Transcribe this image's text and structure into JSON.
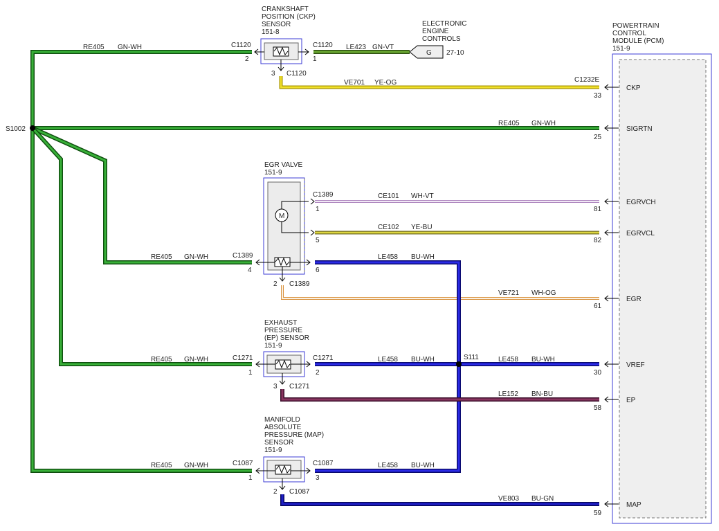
{
  "colors": {
    "green": "#1f8a1f",
    "blue": "#1c1ccf",
    "yellow": "#e3d21a",
    "violet_white": "#d7b8e6",
    "yellow_blue": "#cfc63a",
    "white_orange": "#e8a24a",
    "brown_blue": "#7a2c52",
    "dark_green": "#5f8f2a",
    "component_border": "#3b3bd6",
    "module_fill": "#efefef"
  },
  "pcm": {
    "label_lines": [
      "POWERTRAIN",
      "CONTROL",
      "MODULE (PCM)",
      "151-9"
    ],
    "connector": "C1232E",
    "pins": [
      {
        "name": "CKP",
        "pin": "33"
      },
      {
        "name": "SIGRTN",
        "pin": "25"
      },
      {
        "name": "EGRVCH",
        "pin": "81"
      },
      {
        "name": "EGRVCL",
        "pin": "82"
      },
      {
        "name": "EGR",
        "pin": "61"
      },
      {
        "name": "VREF",
        "pin": "30"
      },
      {
        "name": "EP",
        "pin": "58"
      },
      {
        "name": "MAP",
        "pin": "59"
      }
    ]
  },
  "splices": {
    "s1002": "S1002",
    "s111": "S111"
  },
  "ckp_sensor": {
    "label_lines": [
      "CRANKSHAFT",
      "POSITION (CKP)",
      "SENSOR",
      "151-8"
    ],
    "conn_left": "C1120",
    "pin_left": "2",
    "conn_right": "C1120",
    "pin_right": "1",
    "conn_bottom": "C1120",
    "pin_bottom": "3"
  },
  "electronic_engine_controls": {
    "label_lines": [
      "ELECTRONIC",
      "ENGINE",
      "CONTROLS"
    ],
    "ref_letter": "G",
    "ref_page": "27-10"
  },
  "egr_valve": {
    "label_lines": [
      "EGR VALVE",
      "151-9"
    ],
    "motor_letter": "M",
    "conn": "C1389",
    "pin1": "1",
    "pin5": "5",
    "pin6": "6",
    "pin4": "4",
    "pin2": "2",
    "conn_left": "C1389",
    "conn_bottom": "C1389"
  },
  "ep_sensor": {
    "label_lines": [
      "EXHAUST",
      "PRESSURE",
      "(EP) SENSOR",
      "151-9"
    ],
    "conn_left": "C1271",
    "pin_left": "1",
    "conn_right": "C1271",
    "pin_right": "2",
    "conn_bottom": "C1271",
    "pin_bottom": "3"
  },
  "map_sensor": {
    "label_lines": [
      "MANIFOLD",
      "ABSOLUTE",
      "PRESSURE (MAP)",
      "SENSOR",
      "151-9"
    ],
    "conn_left": "C1087",
    "pin_left": "1",
    "conn_right": "C1087",
    "pin_right": "3",
    "conn_bottom": "C1087",
    "pin_bottom": "2"
  },
  "wires": {
    "ckp_ground": {
      "circuit": "RE405",
      "color": "GN-WH"
    },
    "ckp_to_eec": {
      "circuit": "LE423",
      "color": "GN-VT"
    },
    "ckp_signal": {
      "circuit": "VE701",
      "color": "YE-OG"
    },
    "sigrtn": {
      "circuit": "RE405",
      "color": "GN-WH"
    },
    "egrvch": {
      "circuit": "CE101",
      "color": "WH-VT"
    },
    "egrvcl": {
      "circuit": "CE102",
      "color": "YE-BU"
    },
    "egr_ground": {
      "circuit": "RE405",
      "color": "GN-WH"
    },
    "egr_vref": {
      "circuit": "LE458",
      "color": "BU-WH"
    },
    "egr_signal": {
      "circuit": "VE721",
      "color": "WH-OG"
    },
    "ep_ground": {
      "circuit": "RE405",
      "color": "GN-WH"
    },
    "ep_vref": {
      "circuit": "LE458",
      "color": "BU-WH"
    },
    "vref_pcm": {
      "circuit": "LE458",
      "color": "BU-WH"
    },
    "ep_signal": {
      "circuit": "LE152",
      "color": "BN-BU"
    },
    "map_ground": {
      "circuit": "RE405",
      "color": "GN-WH"
    },
    "map_vref": {
      "circuit": "LE458",
      "color": "BU-WH"
    },
    "map_signal": {
      "circuit": "VE803",
      "color": "BU-GN"
    }
  }
}
